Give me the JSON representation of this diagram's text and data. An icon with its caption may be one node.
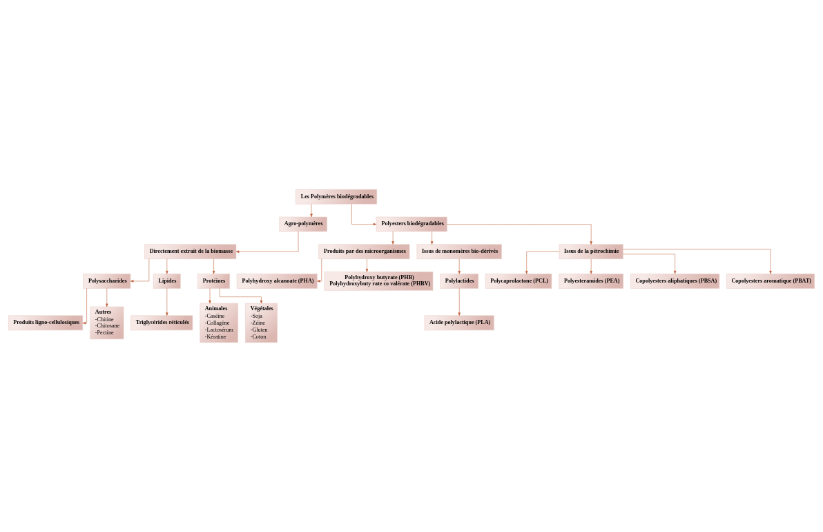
{
  "diagram": {
    "nodes": [
      {
        "text": [
          "Les Polymères biodégradables"
        ]
      },
      {
        "text": [
          "Agro-polymères"
        ]
      },
      {
        "text": [
          "Polyesters biodégradables"
        ]
      },
      {
        "text": [
          "Directement extrait de la biomasse"
        ]
      },
      {
        "text": [
          "Polysaccharides"
        ]
      },
      {
        "text": [
          "Lipides"
        ]
      },
      {
        "text": [
          "Protéines"
        ]
      },
      {
        "text": [
          "Produits ligno-cellulosiques"
        ]
      },
      {
        "text": [
          "Autres",
          "-Chitine",
          "-Chitosane",
          "-Pectine"
        ]
      },
      {
        "text": [
          "Triglycérides réticulés"
        ]
      },
      {
        "text": [
          "Animales",
          "-Caséine",
          "-Collagène",
          "-Lactosérum",
          "-Kératine"
        ]
      },
      {
        "text": [
          "Végétales",
          "-Soja",
          "-Zéine",
          "-Gluten",
          "-Coton"
        ]
      },
      {
        "text": [
          "Produits par des microorganismes"
        ]
      },
      {
        "text": [
          "Issus de monomères bio-dérivés"
        ]
      },
      {
        "text": [
          "Issus de la pétrochimie"
        ]
      },
      {
        "text": [
          "Polyhydroxy alcanoate (PHA)"
        ]
      },
      {
        "text": [
          "Polyhydroxy butyrate (PHB)",
          "Polyhydroxybuty rate co valérate (PHBV)"
        ]
      },
      {
        "text": [
          "Polylactides"
        ]
      },
      {
        "text": [
          "Acide polylactique (PLA)"
        ]
      },
      {
        "text": [
          "Polycaprolactone (PCL)"
        ]
      },
      {
        "text": [
          "Polyesteramides (PEA)"
        ]
      },
      {
        "text": [
          "Copolyesters aliphatiques (PBSA)"
        ]
      },
      {
        "text": [
          "Copolyesters aromatique (PBAT)"
        ]
      }
    ],
    "edges": [
      {
        "from": 0,
        "to": 1,
        "arrow": "to"
      },
      {
        "from": 0,
        "to": 2,
        "arrow": "to"
      },
      {
        "from": 1,
        "to": 3,
        "arrow": "to"
      },
      {
        "from": 3,
        "to": 4,
        "arrow": "to"
      },
      {
        "from": 3,
        "to": 5,
        "arrow": "to"
      },
      {
        "from": 3,
        "to": 6,
        "arrow": "to"
      },
      {
        "from": 4,
        "to": 7,
        "arrow": "to"
      },
      {
        "from": 4,
        "to": 8,
        "arrow": "to"
      },
      {
        "from": 5,
        "to": 9,
        "arrow": "to"
      },
      {
        "from": 6,
        "to": 10,
        "arrow": "to"
      },
      {
        "from": 6,
        "to": 11,
        "arrow": "to"
      },
      {
        "from": 2,
        "to": 12,
        "arrow": "to"
      },
      {
        "from": 2,
        "to": 13,
        "arrow": "to"
      },
      {
        "from": 2,
        "to": 14,
        "arrow": "to"
      },
      {
        "from": 12,
        "to": 15,
        "arrow": "to"
      },
      {
        "from": 12,
        "to": 16,
        "arrow": "to"
      },
      {
        "from": 13,
        "to": 17,
        "arrow": "to"
      },
      {
        "from": 17,
        "to": 18,
        "arrow": "to"
      },
      {
        "from": 14,
        "to": 19,
        "arrow": "to"
      },
      {
        "from": 14,
        "to": 20,
        "arrow": "to"
      },
      {
        "from": 14,
        "to": 21,
        "arrow": "to"
      },
      {
        "from": 14,
        "to": 22,
        "arrow": "to"
      }
    ]
  }
}
